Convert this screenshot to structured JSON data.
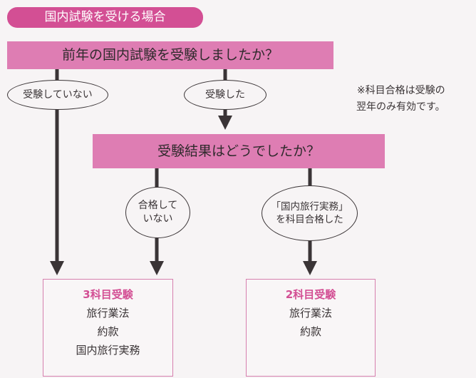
{
  "header": {
    "title": "国内試験を受ける場合"
  },
  "q1": {
    "text": "前年の国内試験を受験しましたか？",
    "no": "受験していない",
    "yes": "受験した"
  },
  "note": "※科目合格は受験の\n翌年のみ有効です。",
  "q2": {
    "text": "受験結果はどうでしたか？",
    "fail": "合格して\nいない",
    "pass": "「国内旅行実務」\nを科目合格した"
  },
  "result_a": {
    "title": "3科目受験",
    "subjects": [
      "旅行業法",
      "約款",
      "国内旅行実務"
    ]
  },
  "result_b": {
    "title": "2科目受験",
    "subjects": [
      "旅行業法",
      "約款"
    ]
  },
  "colors": {
    "accent": "#d34f94",
    "box": "#de7db3",
    "line": "#3a3436"
  }
}
